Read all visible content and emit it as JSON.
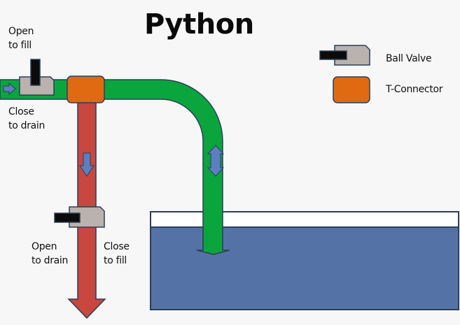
{
  "title": "Python",
  "labels": {
    "top_valve_open": "Open\nto fill",
    "top_valve_close": "Close\nto drain",
    "drain_valve_open": "Open\nto drain",
    "drain_valve_close": "Close\nto fill"
  },
  "legend": {
    "items": [
      {
        "icon": "ball-valve-icon",
        "label": "Ball Valve"
      },
      {
        "icon": "t-connector-icon",
        "label": "T-Connector"
      }
    ]
  },
  "colors": {
    "background": "#f7f7f7",
    "fill_pipe": "#0aa53d",
    "drain_pipe": "#c8473f",
    "outline": "#2b3f5a",
    "valve_body": "#b9b2ad",
    "valve_handle": "#0b0b0b",
    "t_connector": "#e06a12",
    "flow_arrow": "#5b7fbf",
    "tank_water": "#5572a6",
    "tank_rim": "#ffffff"
  }
}
